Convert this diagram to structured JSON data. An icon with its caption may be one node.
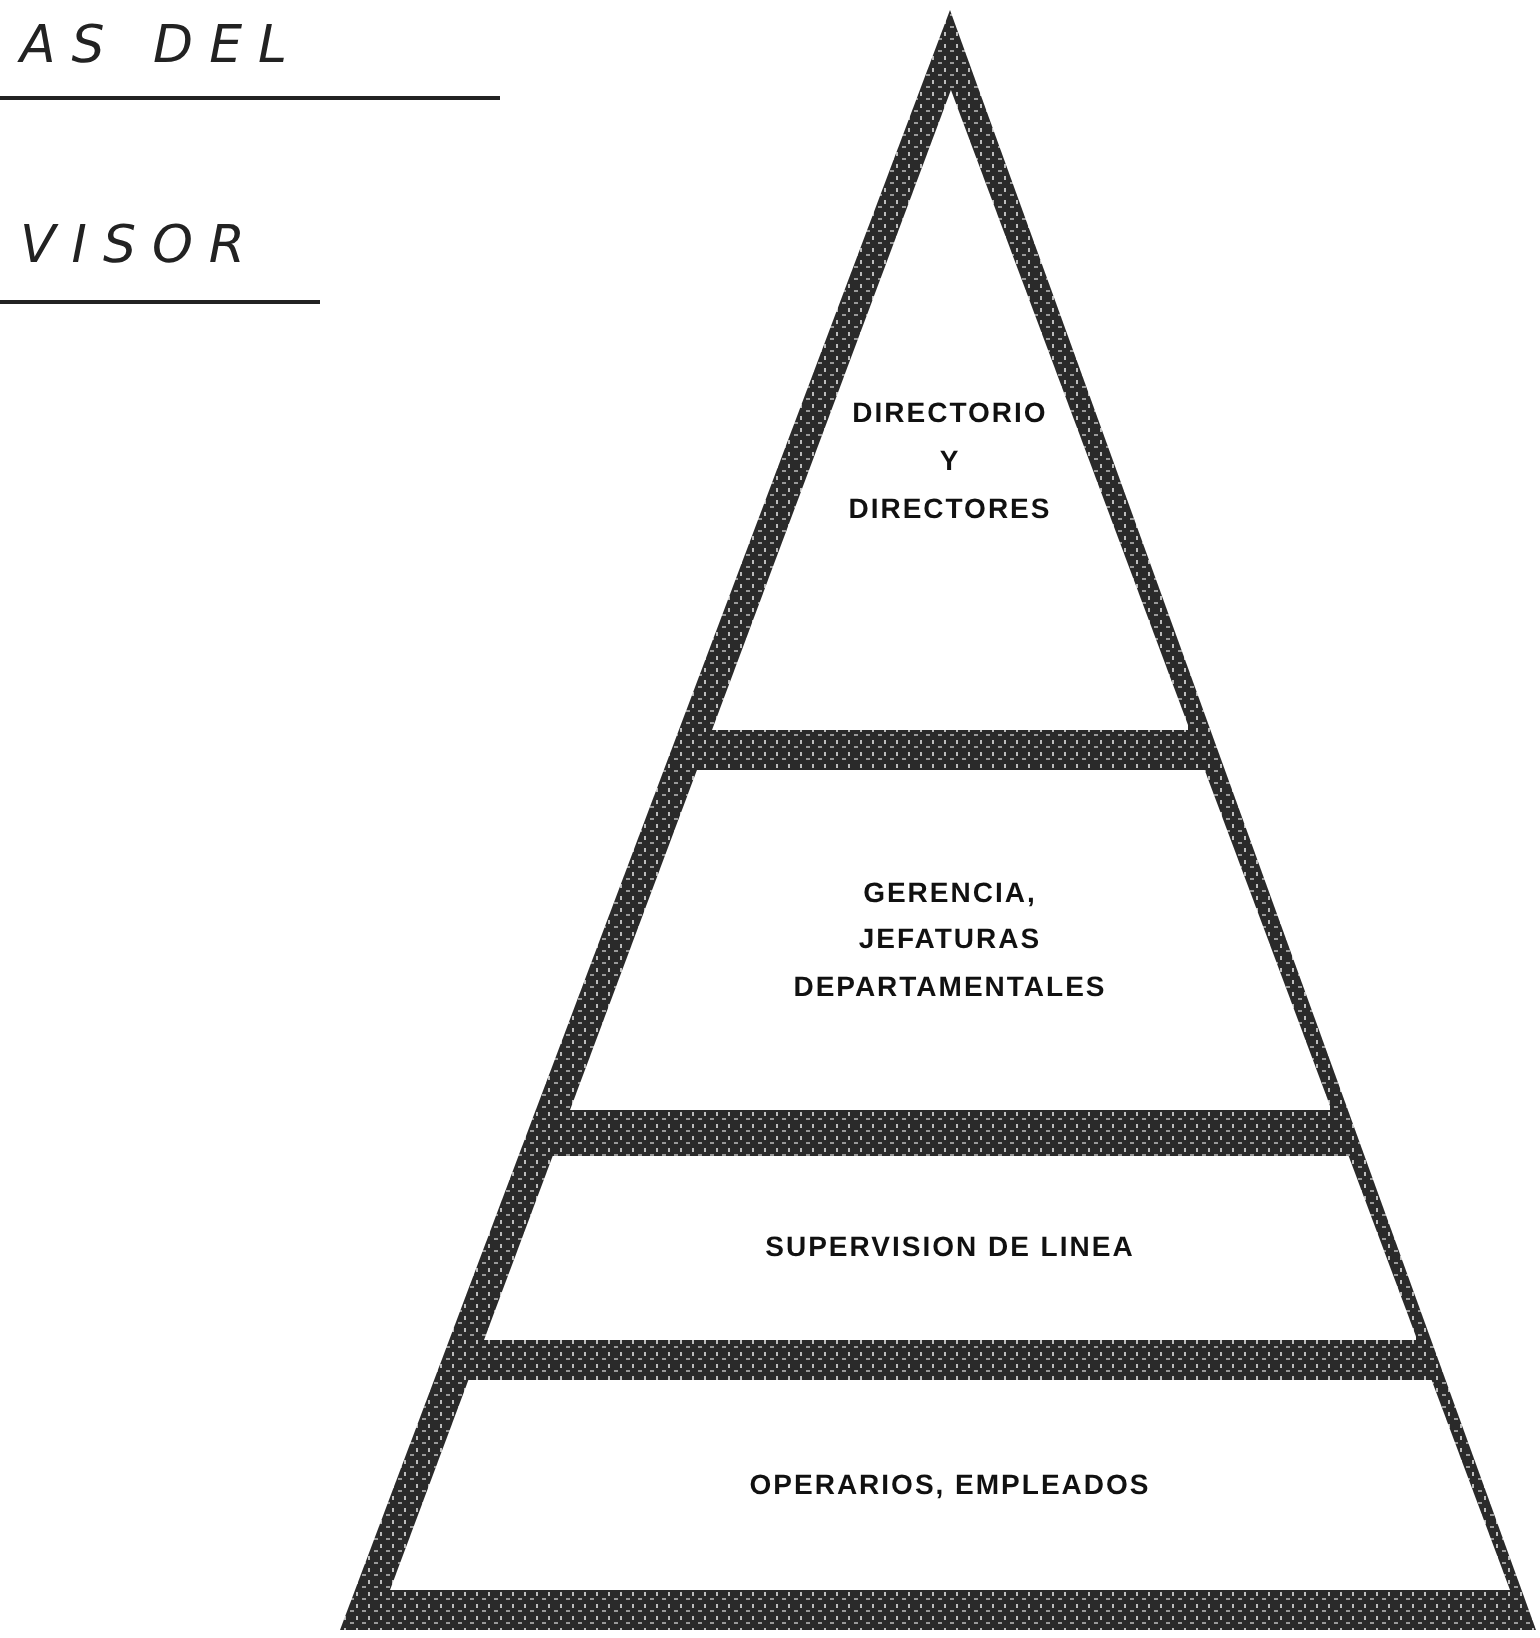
{
  "diagram": {
    "nodes": [
      {
        "text": [
          "DIRECTORIO Y DIRECTORES"
        ]
      },
      {
        "text": [
          "GERENCIA, JEFATURAS DEPARTAMENTALES"
        ]
      },
      {
        "text": [
          "SUPERVISION DE LINEA"
        ]
      },
      {
        "text": [
          "OPERARIOS, EMPLEADOS"
        ]
      }
    ],
    "labels": [
      "AS DEL",
      "VISOR"
    ]
  }
}
